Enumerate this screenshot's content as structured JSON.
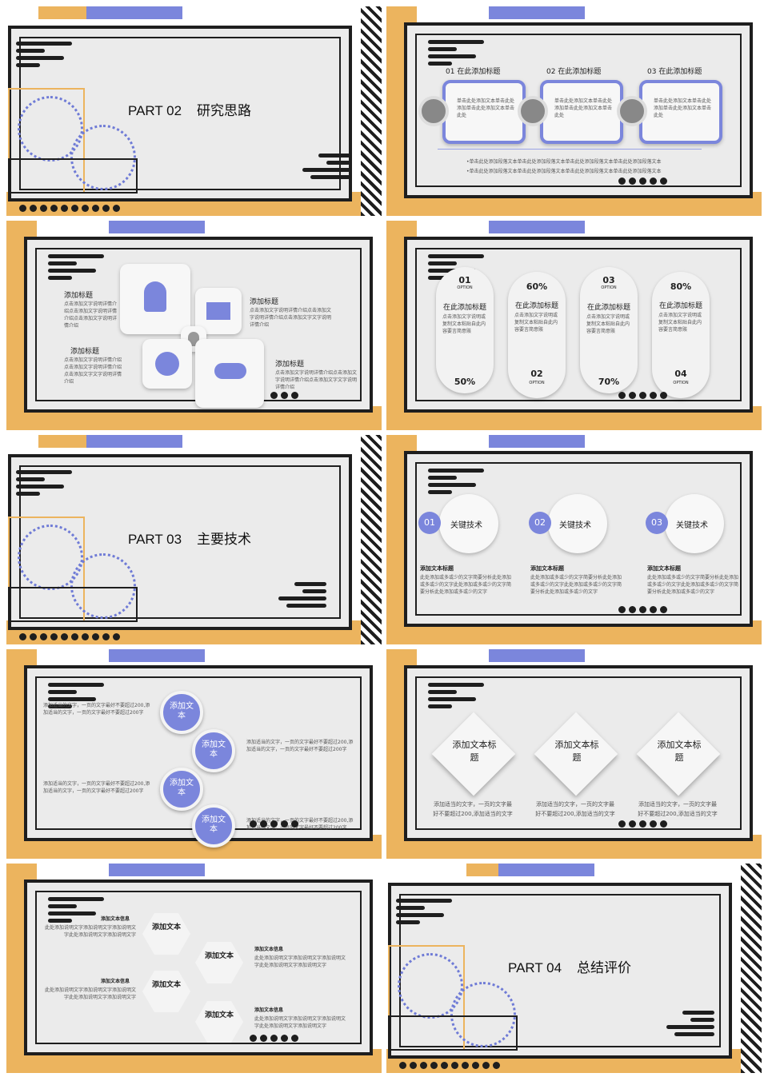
{
  "slides": {
    "s1": {
      "part": "PART 02",
      "title": "研究思路"
    },
    "s2": {
      "items": [
        {
          "title": "01 在此添加标题",
          "text": "单击此处添加文本单击此处添加单击此处添加文本单击此处"
        },
        {
          "title": "02 在此添加标题",
          "text": "单击此处添加文本单击此处添加单击此处添加文本单击此处"
        },
        {
          "title": "03 在此添加标题",
          "text": "单击此处添加文本单击此处添加单击此处添加文本单击此处"
        }
      ],
      "bullets": [
        "•单击此处添加段落文本单击此处添加段落文本单击此处添加段落文本单击此处添加段落文本",
        "•单击此处添加段落文本单击此处添加段落文本单击此处添加段落文本单击此处添加段落文本"
      ]
    },
    "s3": {
      "blocks": [
        {
          "title": "添加标题",
          "text": "点击添加文字说明详情介绍点击添加文字说明详情介绍点击添加文字说明详情介绍"
        },
        {
          "title": "添加标题",
          "text": "点击添加文字说明详情介绍点击添加文字说明详情介绍点击添加文字文字说明详情介绍"
        },
        {
          "title": "添加标题",
          "text": "点击添加文字说明详情介绍点击添加文字说明详情介绍点击添加文字文字说明详情介绍"
        },
        {
          "title": "添加标题",
          "text": "点击添加文字说明详情介绍点击添加文字说明详情介绍点击添加文字文字说明详情介绍"
        }
      ]
    },
    "s4": {
      "pills": [
        {
          "num": "01",
          "option": "OPTION",
          "title": "在此添加标题",
          "text": "点击添加文字说明或复制文本粘贴自此内容要言简意赅",
          "pct": "50%"
        },
        {
          "num": "02",
          "option": "OPTION",
          "title": "在此添加标题",
          "text": "点击添加文字说明或复制文本粘贴自此内容要言简意赅",
          "pct": "60%"
        },
        {
          "num": "03",
          "option": "OPTION",
          "title": "在此添加标题",
          "text": "点击添加文字说明或复制文本粘贴自此内容要言简意赅",
          "pct": "70%"
        },
        {
          "num": "04",
          "option": "OPTION",
          "title": "在此添加标题",
          "text": "点击添加文字说明或复制文本粘贴自此内容要言简意赅",
          "pct": "80%"
        }
      ]
    },
    "s5": {
      "part": "PART 03",
      "title": "主要技术"
    },
    "s6": {
      "items": [
        {
          "num": "01",
          "label": "关键技术",
          "title": "添加文本标题",
          "text": "此处添加或多或少的文字简要分析此处添加或多或少的文字此处添加或多或少的文字简要分析此处添加或多或少的文字"
        },
        {
          "num": "02",
          "label": "关键技术",
          "title": "添加文本标题",
          "text": "此处添加或多或少的文字简要分析此处添加或多或少的文字此处添加或多或少的文字简要分析此处添加或多或少的文字"
        },
        {
          "num": "03",
          "label": "关键技术",
          "title": "添加文本标题",
          "text": "此处添加或多或少的文字简要分析此处添加或多或少的文字此处添加或多或少的文字简要分析此处添加或多或少的文字"
        }
      ]
    },
    "s7": {
      "circles": [
        "添加文本",
        "添加文本",
        "添加文本",
        "添加文本"
      ],
      "texts": [
        "添加适当的文字，一页的文字最好不要超过200,添加适当的文字，一页的文字最好不要超过200字",
        "添加适当的文字，一页的文字最好不要超过200,添加适当的文字，一页的文字最好不要超过200字",
        "添加适当的文字，一页的文字最好不要超过200,添加适当的文字，一页的文字最好不要超过200字",
        "添加适当的文字，一页的文字最好不要超过200,添加适当的文字，一页的文字最好不要超过200字"
      ]
    },
    "s8": {
      "items": [
        {
          "title": "添加文本标题",
          "text": "添加适当的文字，一页的文字最好不要超过200,添加适当的文字"
        },
        {
          "title": "添加文本标题",
          "text": "添加适当的文字，一页的文字最好不要超过200,添加适当的文字"
        },
        {
          "title": "添加文本标题",
          "text": "添加适当的文字，一页的文字最好不要超过200,添加适当的文字"
        }
      ]
    },
    "s9": {
      "hexes": [
        "添加文本",
        "添加文本",
        "添加文本",
        "添加文本"
      ],
      "blocks": [
        {
          "title": "添加文本信息",
          "text": "此处添加说明文字添加说明文字添加说明文字此处添加说明文字添加说明文字"
        },
        {
          "title": "添加文本信息",
          "text": "此处添加说明文字添加说明文字添加说明文字此处添加说明文字添加说明文字"
        },
        {
          "title": "添加文本信息",
          "text": "此处添加说明文字添加说明文字添加说明文字此处添加说明文字添加说明文字"
        },
        {
          "title": "添加文本信息",
          "text": "此处添加说明文字添加说明文字添加说明文字此处添加说明文字添加说明文字"
        }
      ]
    },
    "s10": {
      "part": "PART 04",
      "title": "总结评价"
    }
  },
  "colors": {
    "orange": "#ecb45e",
    "blue": "#7b86dc",
    "dark": "#1e1e1e",
    "panel": "#ebebeb",
    "red": "#e8704d"
  }
}
